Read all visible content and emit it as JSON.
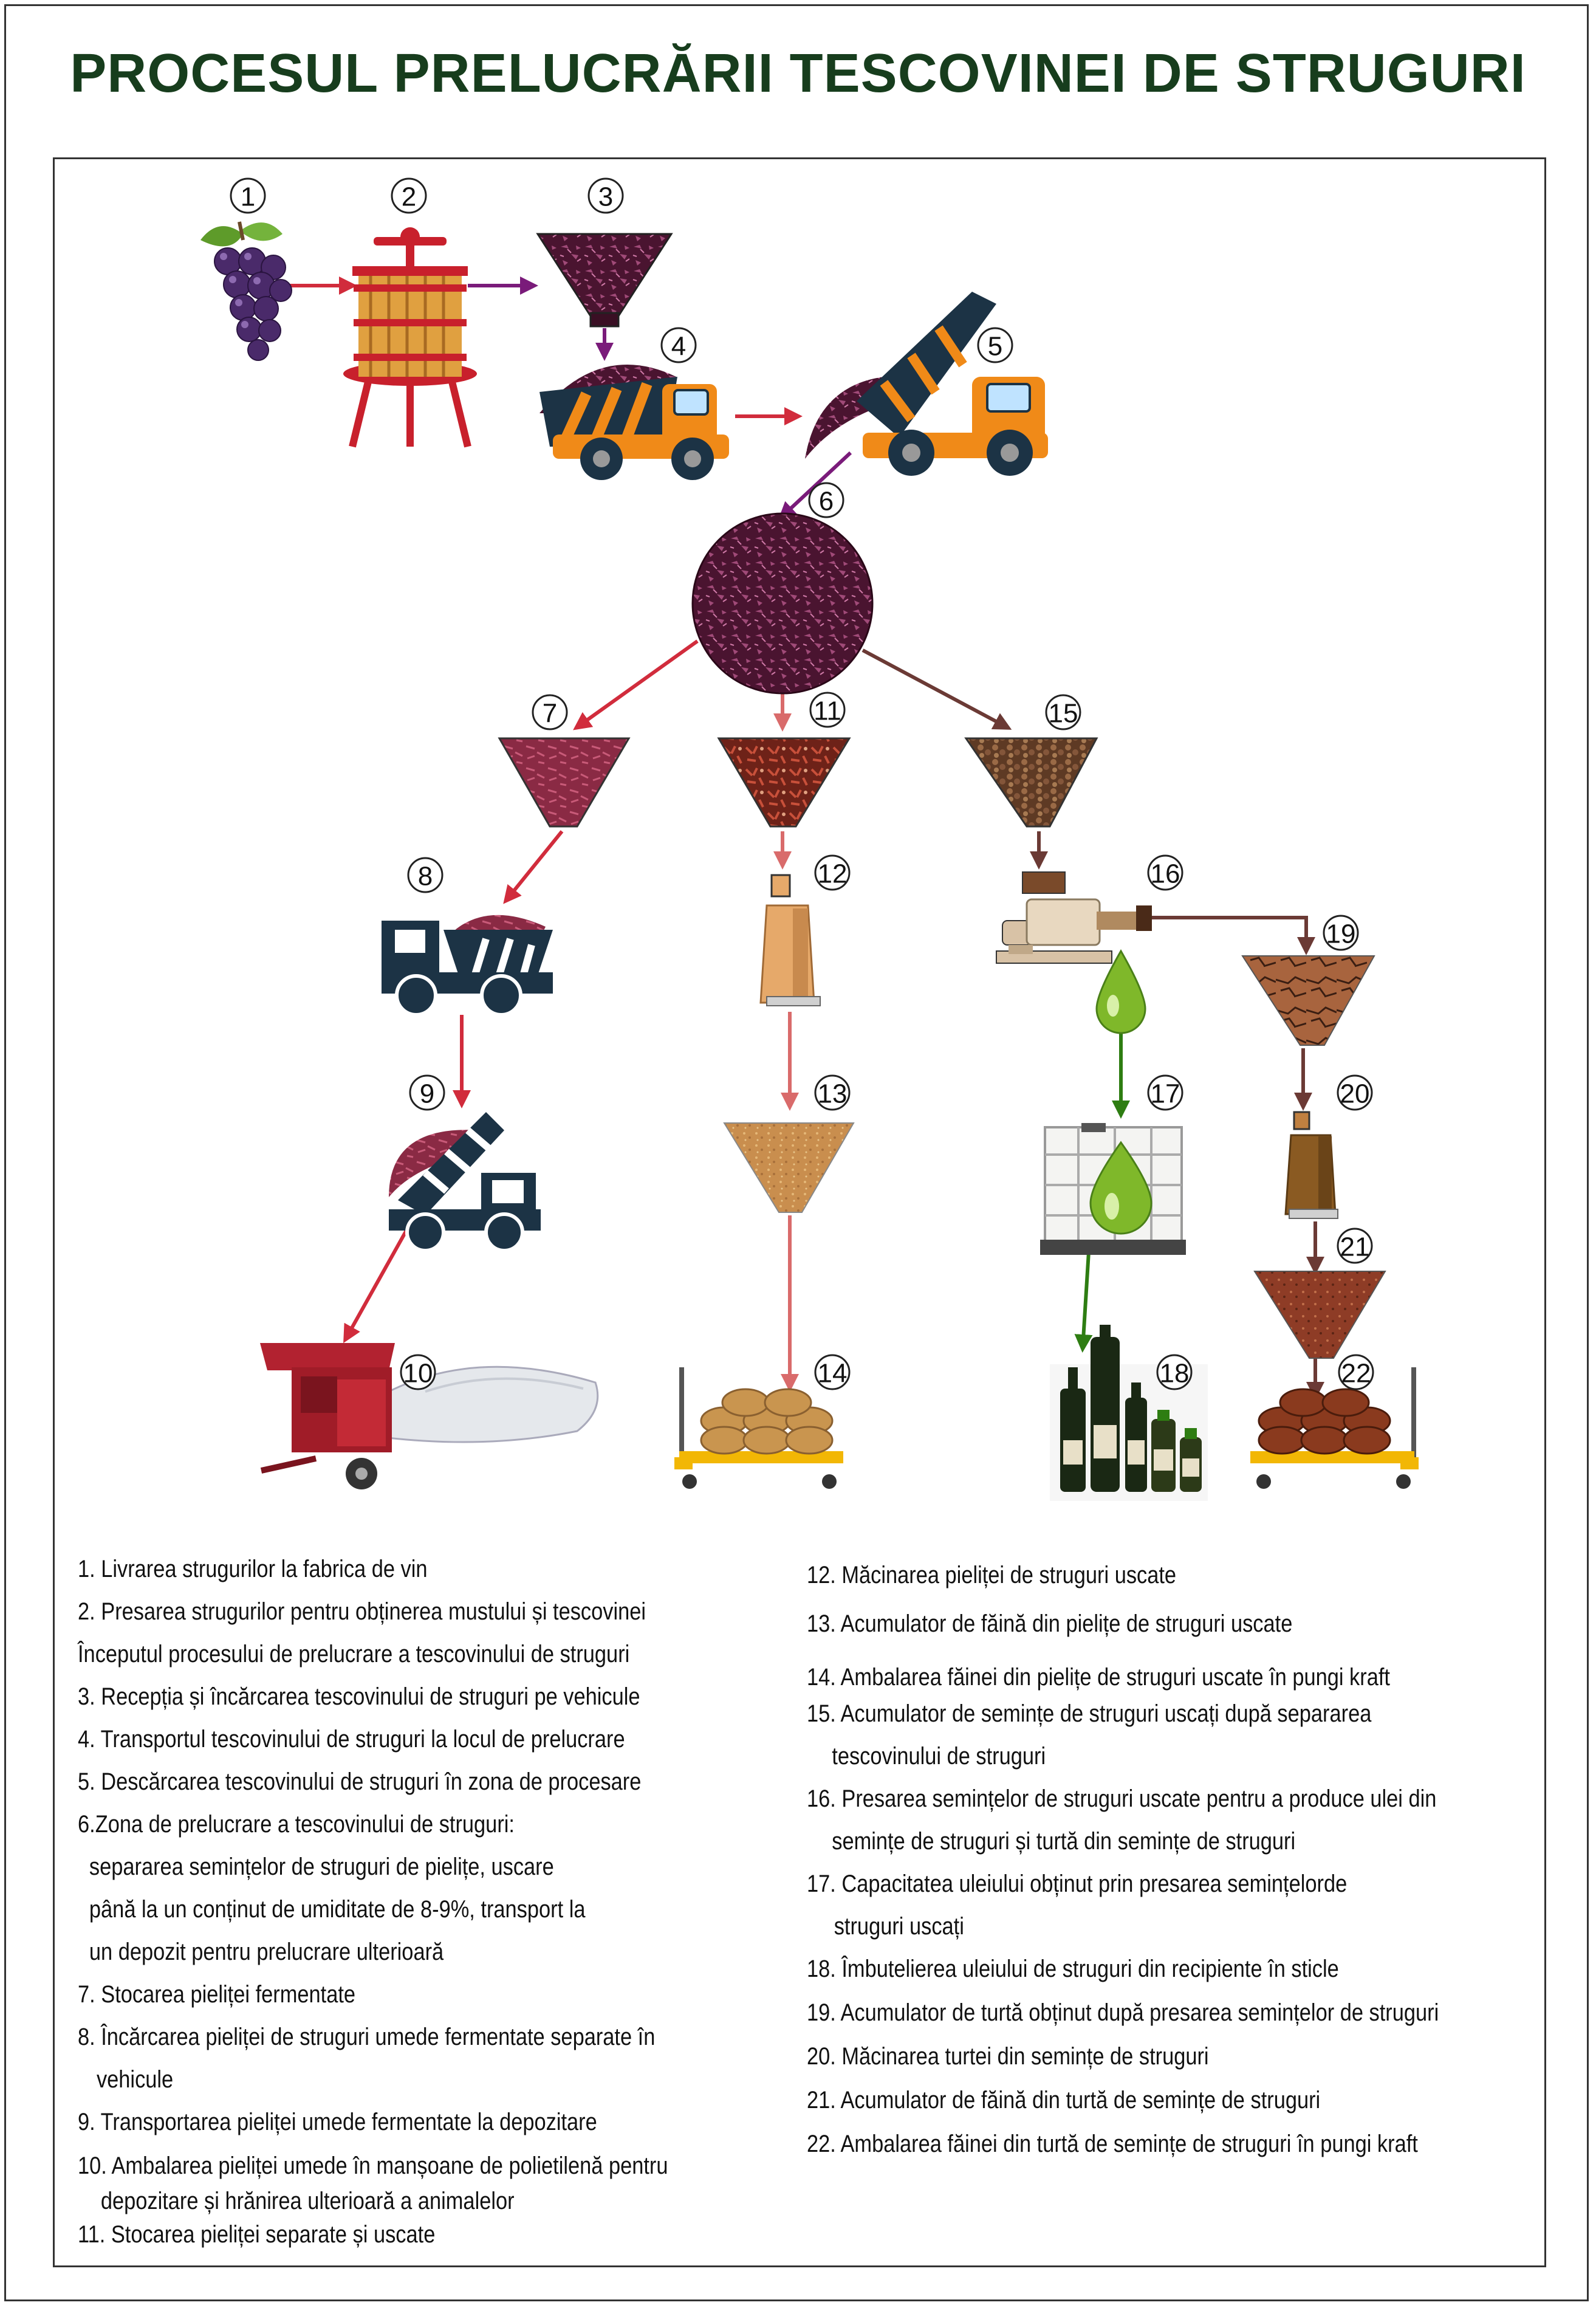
{
  "title": "PROCESUL PRELUCRĂRII TESCOVINEI DE STRUGURI",
  "colors": {
    "title": "#173d1d",
    "arrow_red": "#d12c3c",
    "arrow_purple": "#7a1b7a",
    "arrow_salmon": "#d96b6b",
    "arrow_brown": "#6b3a35",
    "arrow_green": "#2e7d12",
    "pomace": "#5a1a36",
    "truck_orange": "#f08a18",
    "truck_navy": "#1c3345",
    "bag_yellow": "#f2b705"
  },
  "steps": {
    "n1": "1",
    "n2": "2",
    "n3": "3",
    "n4": "4",
    "n5": "5",
    "n6": "6",
    "n7": "7",
    "n8": "8",
    "n9": "9",
    "n10": "10",
    "n11": "11",
    "n12": "12",
    "n13": "13",
    "n14": "14",
    "n15": "15",
    "n16": "16",
    "n17": "17",
    "n18": "18",
    "n19": "19",
    "n20": "20",
    "n21": "21",
    "n22": "22"
  },
  "legend_left": [
    "1. Livrarea strugurilor la fabrica de vin",
    "2. Presarea strugurilor pentru obținerea mustului și tescovinei",
    "Începutul procesului de prelucrare a tescovinului de struguri",
    "3. Recepția și încărcarea tescovinului de struguri pe vehicule",
    "4. Transportul tescovinului de struguri la locul de prelucrare",
    "5. Descărcarea tescovinului de struguri în zona de procesare",
    "6.Zona de prelucrare a tescovinului de struguri:",
    "separarea semințelor de struguri de pielițe, uscare",
    "până la un conținut de umiditate de 8-9%, transport la",
    "un depozit pentru prelucrare ulterioară",
    "7. Stocarea pieliței fermentate",
    "8. Încărcarea pieliței de struguri umede fermentate separate în",
    "vehicule",
    "9. Transportarea pieliței umede fermentate la depozitare",
    "10. Ambalarea pieliței umede în manșoane de polietilenă pentru",
    "depozitare și hrănirea ulterioară a animalelor",
    "11. Stocarea pieliței separate și uscate"
  ],
  "legend_right": [
    "12. Măcinarea pieliței de struguri uscate",
    "13. Acumulator de făină din pielițe de struguri uscate",
    "14. Ambalarea făinei din pielițe de struguri uscate în pungi kraft",
    "15. Acumulator de semințe de struguri uscați după separarea",
    "tescovinului de struguri",
    "16. Presarea semințelor de struguri uscate pentru a produce ulei din",
    "semințe de struguri și turtă din semințe de struguri",
    "17. Capacitatea uleiului obținut prin presarea semințelorde",
    "struguri uscați",
    "18. Îmbutelierea uleiului de struguri din recipiente în sticle",
    "19. Acumulator de turtă obținut după presarea semințelor de struguri",
    "20. Măcinarea turtei din semințe de struguri",
    "21. Acumulator de făină din turtă de semințe de struguri",
    "22. Ambalarea făinei din turtă de semințe de struguri în pungi kraft"
  ]
}
